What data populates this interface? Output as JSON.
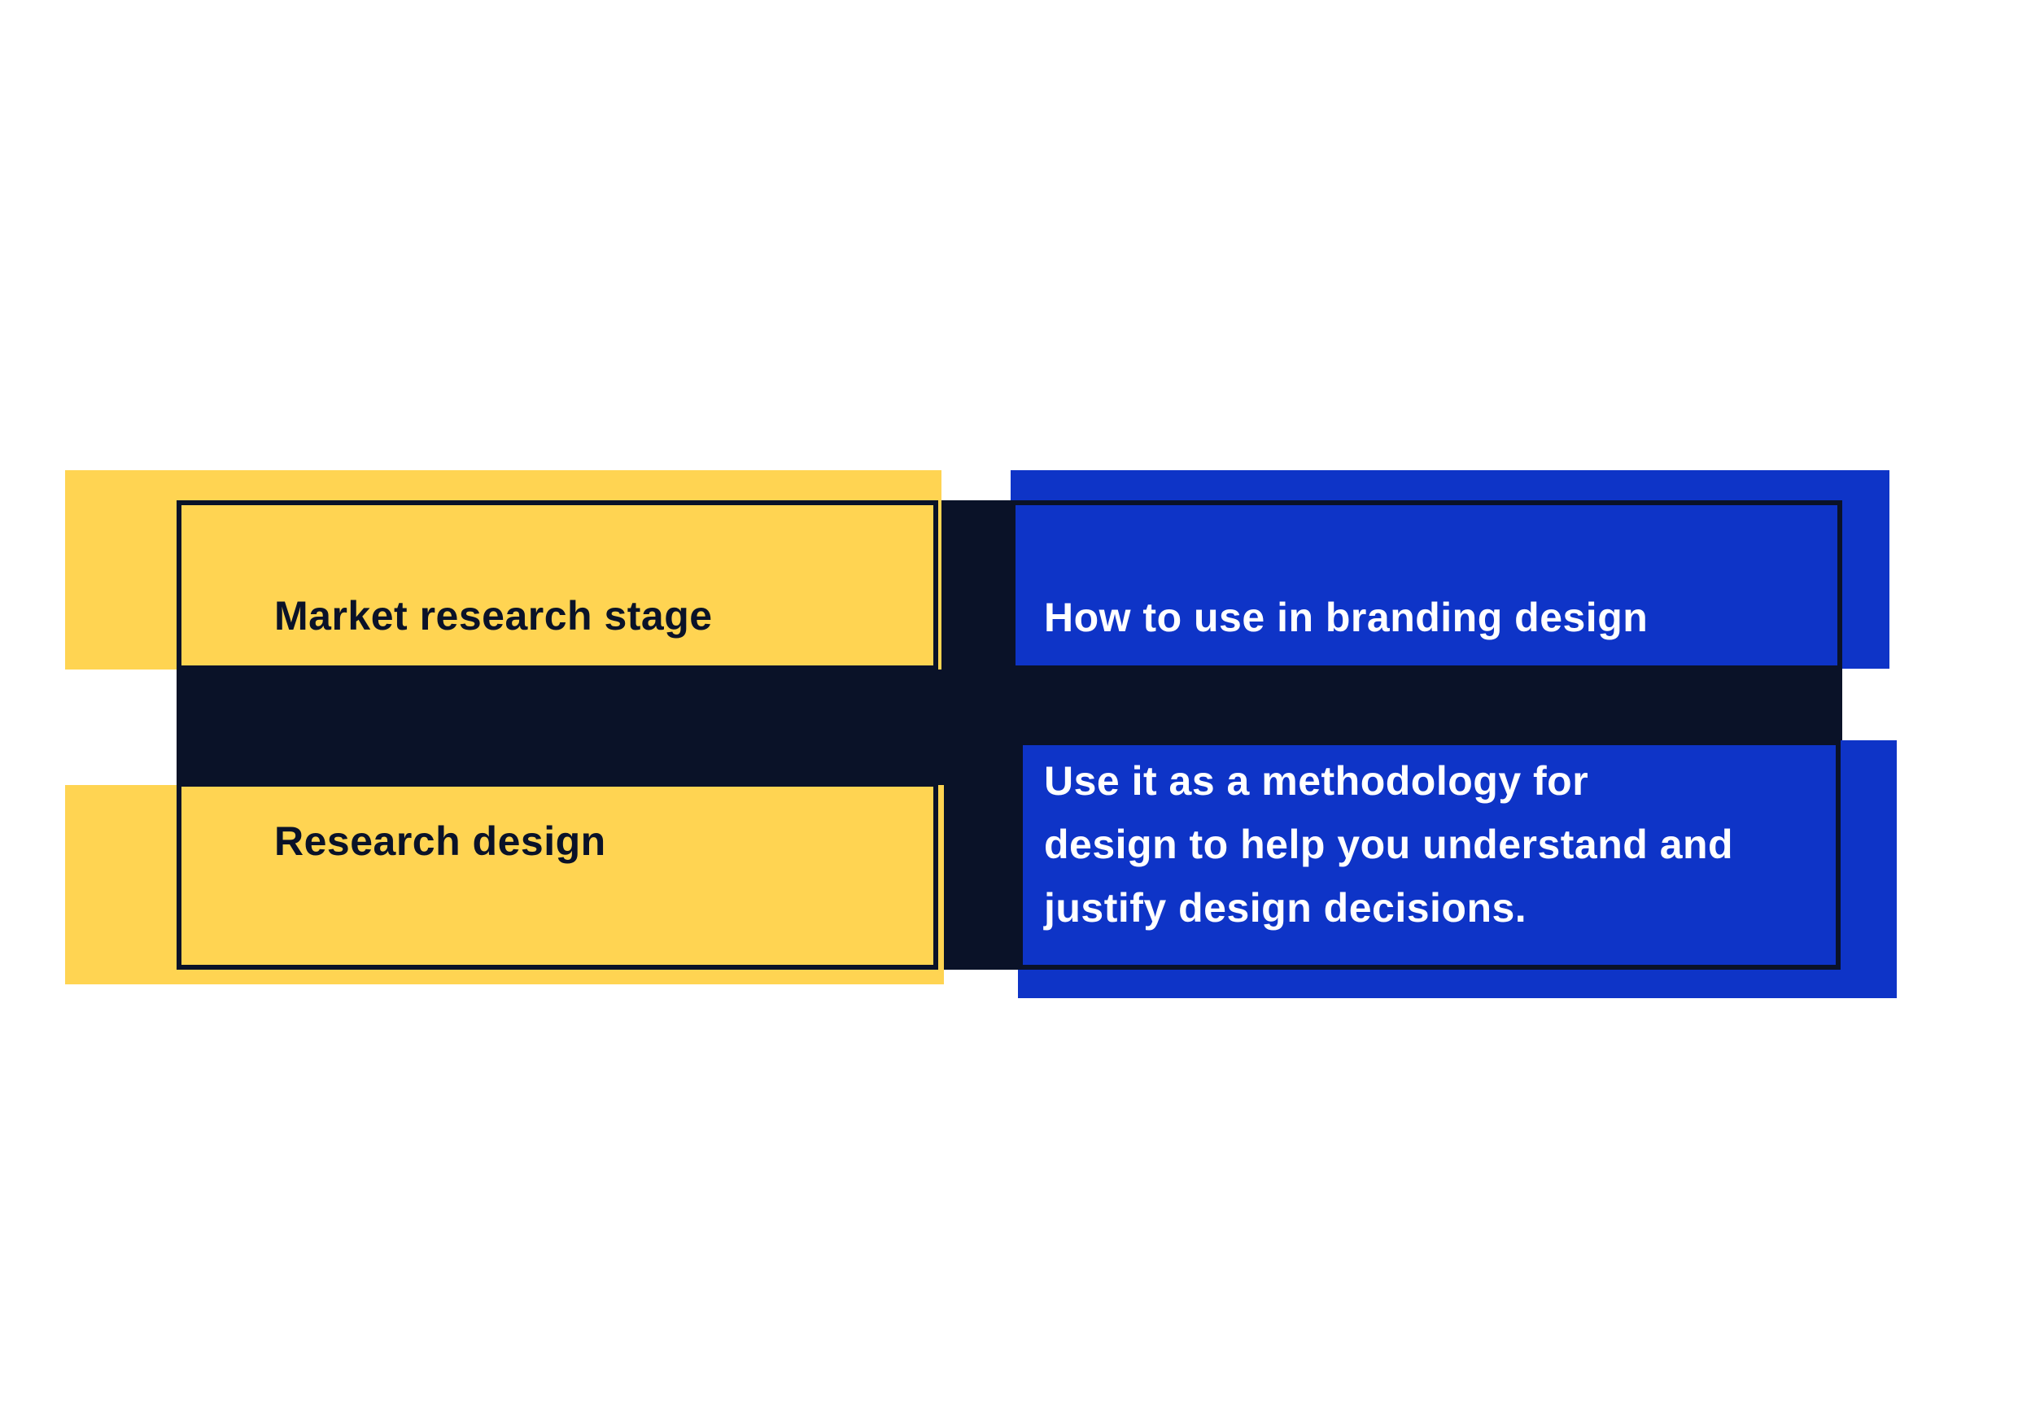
{
  "palette": {
    "yellow": "#FFD452",
    "blue": "#0E34C7",
    "navy": "#0A1228",
    "white": "#FFFFFF",
    "text-on-yellow": "#0A1228",
    "text-on-blue": "#FFFFFF"
  },
  "table": {
    "columns": [
      {
        "role": "stage-column",
        "accent": "#FFD452"
      },
      {
        "role": "usage-column",
        "accent": "#0E34C7"
      }
    ],
    "rows": [
      {
        "left": {
          "label": "Market research stage"
        },
        "right": {
          "label": "How to use in branding design"
        }
      },
      {
        "left": {
          "label": "Research design"
        },
        "right": {
          "lines": [
            "Use it as a methodology for",
            "design to help you understand and",
            "justify design decisions."
          ]
        }
      }
    ]
  }
}
